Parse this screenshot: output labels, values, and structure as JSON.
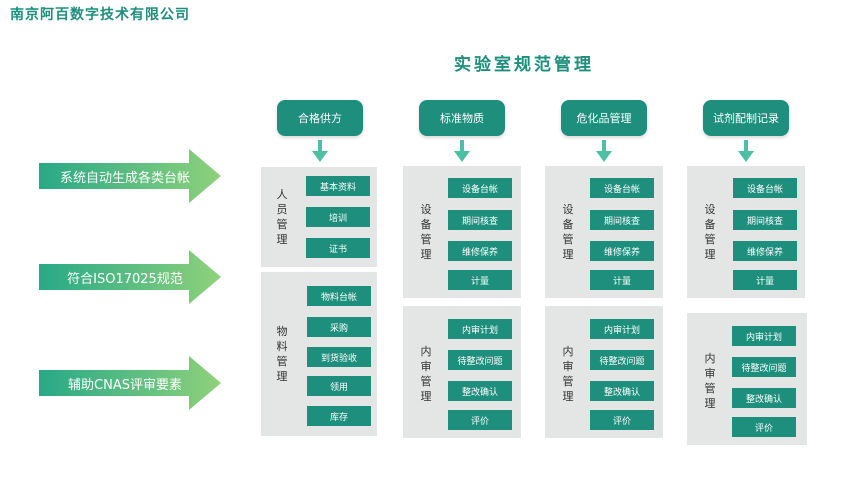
{
  "company_name": "南京阿百数字技术有限公司",
  "title": "实验室规范管理",
  "colors": {
    "accent": "#1e8f7d",
    "panel": "#e4e6e5",
    "arrow_start": "#27a987",
    "arrow_end": "#8fd17b"
  },
  "features": [
    "系统自动生成各类台帐",
    "符合ISO17025规范",
    "辅助CNAS评审要素"
  ],
  "categories": [
    "合格供方",
    "标准物质",
    "危化品管理",
    "试剂配制记录"
  ],
  "columns": [
    {
      "sections": [
        {
          "label": "人员管理",
          "items": [
            "基本资料",
            "培训",
            "证书"
          ]
        },
        {
          "label": "物料管理",
          "items": [
            "物料台帐",
            "采购",
            "到货验收",
            "领用",
            "库存"
          ]
        }
      ]
    },
    {
      "sections": [
        {
          "label": "设备管理",
          "items": [
            "设备台帐",
            "期间核查",
            "维修保养",
            "计量"
          ]
        },
        {
          "label": "内审管理",
          "items": [
            "内审计划",
            "待整改问题",
            "整改确认",
            "评价"
          ]
        }
      ]
    },
    {
      "sections": [
        {
          "label": "设备管理",
          "items": [
            "设备台帐",
            "期间核查",
            "维修保养",
            "计量"
          ]
        },
        {
          "label": "内审管理",
          "items": [
            "内审计划",
            "待整改问题",
            "整改确认",
            "评价"
          ]
        }
      ]
    },
    {
      "sections": [
        {
          "label": "设备管理",
          "items": [
            "设备台帐",
            "期间核查",
            "维修保养",
            "计量"
          ]
        },
        {
          "label": "内审管理",
          "items": [
            "内审计划",
            "待整改问题",
            "整改确认",
            "评价"
          ]
        }
      ]
    }
  ]
}
